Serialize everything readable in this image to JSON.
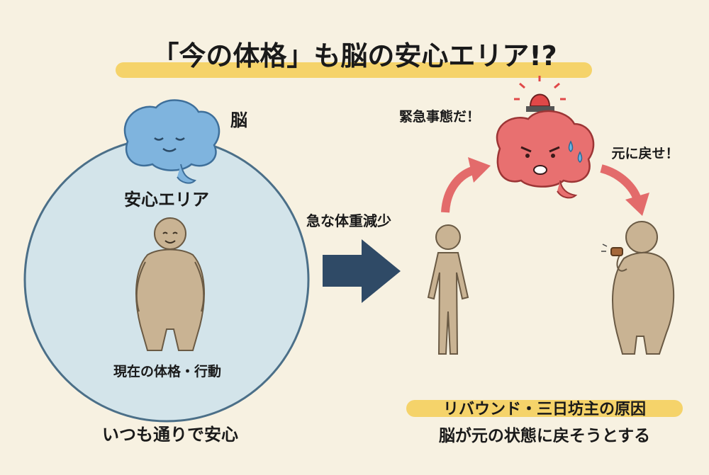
{
  "title": "「今の体格」も脳の安心エリア!?",
  "left": {
    "brain_label": "脳",
    "zone_label": "安心エリア",
    "figure_label": "現在の体格・行動",
    "caption": "いつも通りで安心"
  },
  "middle": {
    "arrow_label": "急な体重減少"
  },
  "right": {
    "alarm_speech": "緊急事態だ！",
    "command_speech": "元に戻せ！",
    "highlight_caption": "リバウンド・三日坊主の原因",
    "caption": "脳が元の状態に戻そうとする"
  },
  "colors": {
    "background": "#f7f1e1",
    "highlight": "#f5d36a",
    "safe_zone": "#cfe2ea",
    "arrow": "#2f4a66",
    "alarm_red": "#e05a5a",
    "body": "#c9b393"
  }
}
